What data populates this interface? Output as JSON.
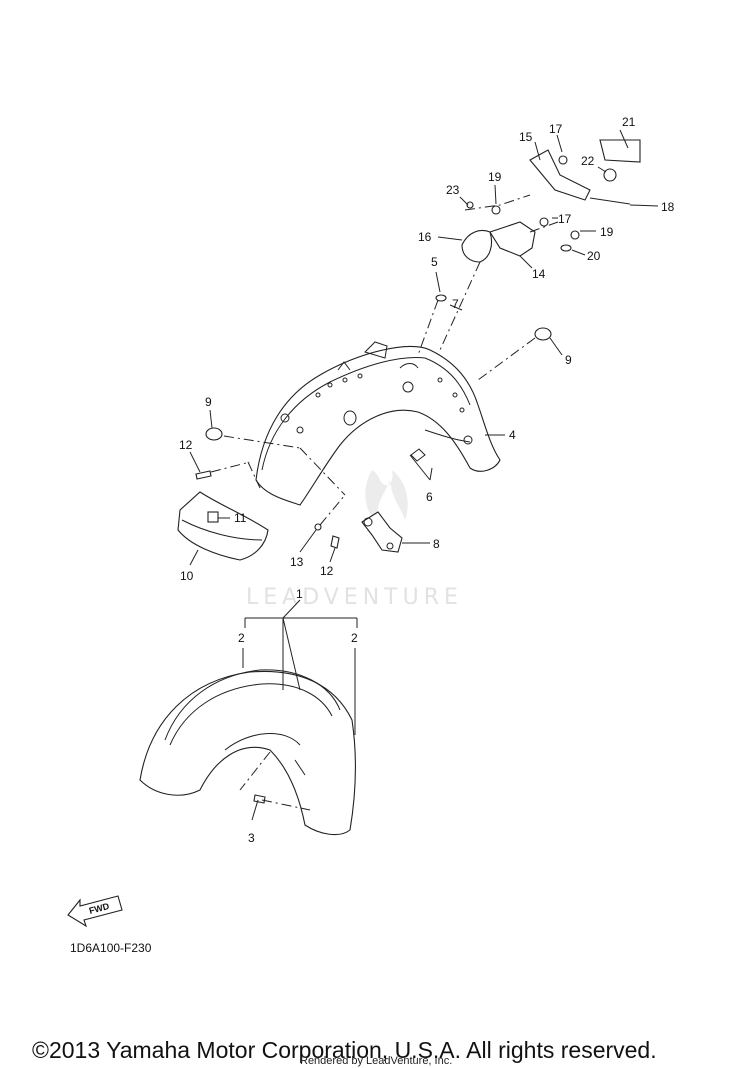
{
  "diagram": {
    "code": "1D6A100-F230",
    "fwd_label": "FWD",
    "watermark": "LEADVENTURE",
    "copyright": "©2013 Yamaha Motor Corporation, U.S.A. All rights reserved.",
    "rendered_by": "Rendered by LeadVenture, Inc.",
    "callouts": [
      {
        "id": "c21",
        "label": "21"
      },
      {
        "id": "c15",
        "label": "15"
      },
      {
        "id": "c17a",
        "label": "17"
      },
      {
        "id": "c22",
        "label": "22"
      },
      {
        "id": "c19a",
        "label": "19"
      },
      {
        "id": "c23",
        "label": "23"
      },
      {
        "id": "c18",
        "label": "18"
      },
      {
        "id": "c17b",
        "label": "17"
      },
      {
        "id": "c16",
        "label": "16"
      },
      {
        "id": "c19b",
        "label": "19"
      },
      {
        "id": "c20",
        "label": "20"
      },
      {
        "id": "c14",
        "label": "14"
      },
      {
        "id": "c5",
        "label": "5"
      },
      {
        "id": "c7",
        "label": "7"
      },
      {
        "id": "c9a",
        "label": "9"
      },
      {
        "id": "c9b",
        "label": "9"
      },
      {
        "id": "c4",
        "label": "4"
      },
      {
        "id": "c12a",
        "label": "12"
      },
      {
        "id": "c6",
        "label": "6"
      },
      {
        "id": "c11",
        "label": "11"
      },
      {
        "id": "c8",
        "label": "8"
      },
      {
        "id": "c13",
        "label": "13"
      },
      {
        "id": "c12b",
        "label": "12"
      },
      {
        "id": "c10",
        "label": "10"
      },
      {
        "id": "c1",
        "label": "1"
      },
      {
        "id": "c2a",
        "label": "2"
      },
      {
        "id": "c2b",
        "label": "2"
      },
      {
        "id": "c3",
        "label": "3"
      }
    ]
  }
}
